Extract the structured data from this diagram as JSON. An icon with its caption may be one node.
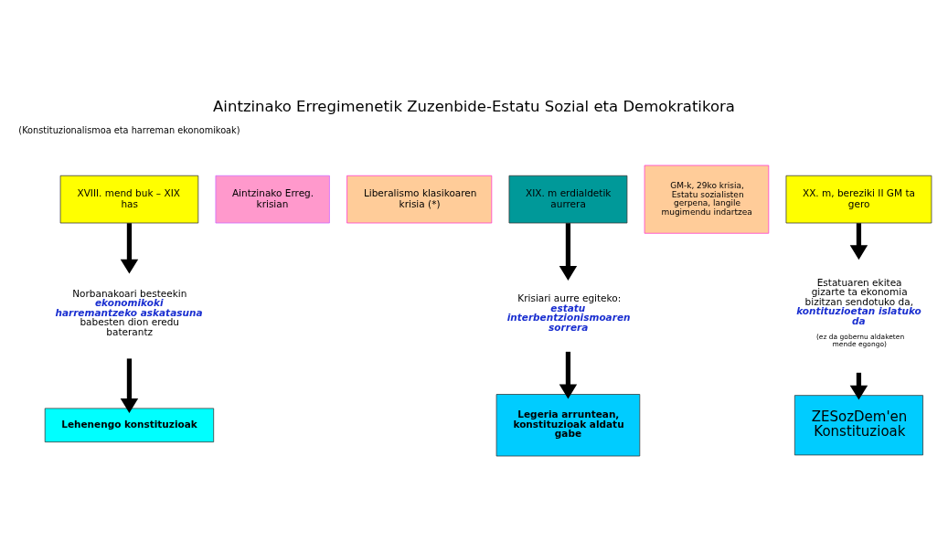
{
  "diagram": {
    "title": "Aintzinako Erregimenetik Zuzenbide-Estatu Sozial eta Demokratikora",
    "nodes": [
      {
        "text": [
          "XVIII. mend buk – XIX has"
        ]
      },
      {
        "text": [
          "Aintzinako Erreg. krisian"
        ]
      },
      {
        "text": [
          "Norbanakoari besteekin **ekonomikoki harremantzeko askatasuna** babesten dion eredu baterantz"
        ]
      },
      {
        "text": [
          "Lehenengo konstituzioak"
        ]
      },
      {
        "text": [
          "XIX. m erdialdetik aurrera"
        ]
      },
      {
        "text": [
          "Liberalismo klasikoaren krisia (*)"
        ]
      },
      {
        "text": [
          "Krisiari aurre egiteko: **estatu interbentzionismoaren sorrera**"
        ]
      },
      {
        "text": [
          "Legeria arruntean, konstituzioak aldatu gabe"
        ]
      },
      {
        "text": [
          "XX. m, bereziki II GM ta gero"
        ]
      },
      {
        "text": [
          "GM-k, 29ko krisia, Estatu sozialisten gerpena, langile mugimendu indartzea"
        ]
      },
      {
        "text": [
          "Estatuaren ekitea gizarte ta ekonomia bizitzan sendotuko da, **kontituzioetan islatuko da**",
          "(ez da gobernu aldaketen mende egongo)"
        ]
      },
      {
        "text": [
          "ZESozDem'en Konstituzioak"
        ]
      }
    ],
    "edges": [
      {
        "from": 0,
        "to": 2,
        "arrow": "to"
      },
      {
        "from": 2,
        "to": 3,
        "arrow": "to"
      },
      {
        "from": 4,
        "to": 6,
        "arrow": "to"
      },
      {
        "from": 6,
        "to": 7,
        "arrow": "to"
      },
      {
        "from": 8,
        "to": 10,
        "arrow": "to"
      },
      {
        "from": 10,
        "to": 11,
        "arrow": "to"
      }
    ],
    "labels": [
      "(Konstituzionalismoa eta harreman ekonomikoak)"
    ]
  }
}
